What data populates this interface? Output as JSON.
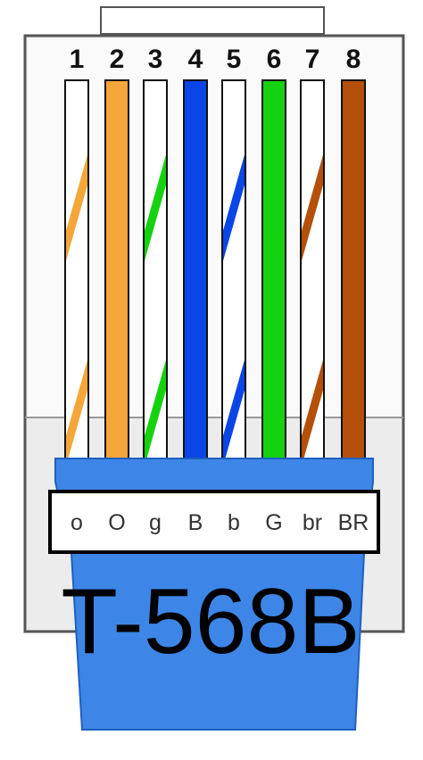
{
  "diagram": {
    "standard": "T-568B",
    "colors": {
      "orange": "#f5a63a",
      "green": "#14d20f",
      "blue": "#0a45e6",
      "brown": "#b4500a",
      "white": "#ffffff",
      "boot": "#3d86e8",
      "housing": "#ececec",
      "outline": "#111111"
    },
    "wires": [
      {
        "pin": "1",
        "code": "o",
        "color": "orange",
        "striped": true
      },
      {
        "pin": "2",
        "code": "O",
        "color": "orange",
        "striped": false
      },
      {
        "pin": "3",
        "code": "g",
        "color": "green",
        "striped": true
      },
      {
        "pin": "4",
        "code": "B",
        "color": "blue",
        "striped": false
      },
      {
        "pin": "5",
        "code": "b",
        "color": "blue",
        "striped": true
      },
      {
        "pin": "6",
        "code": "G",
        "color": "green",
        "striped": false
      },
      {
        "pin": "7",
        "code": "br",
        "color": "brown",
        "striped": true
      },
      {
        "pin": "8",
        "code": "BR",
        "color": "brown",
        "striped": false
      }
    ]
  }
}
